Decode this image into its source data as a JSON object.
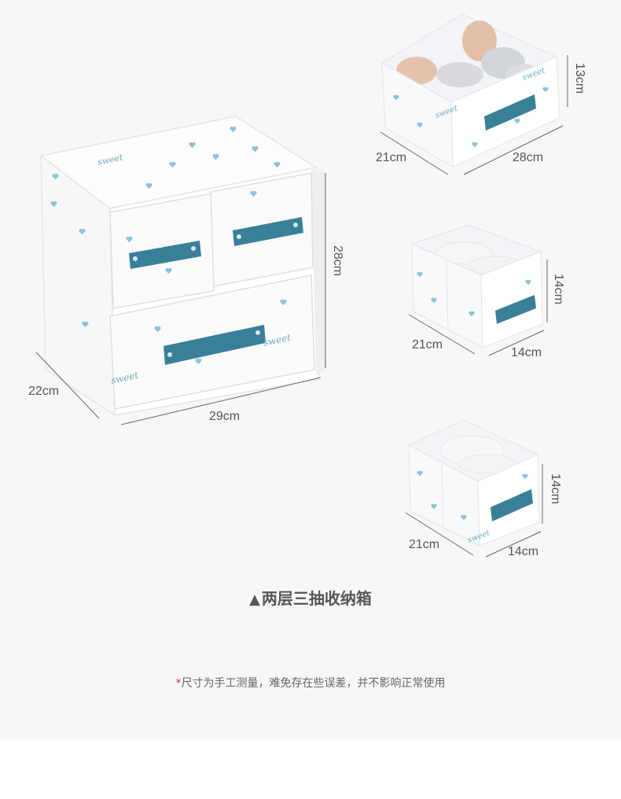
{
  "colors": {
    "panel_bg": "#f7f7f7",
    "box_white": "#ffffff",
    "box_edge": "#e6e8ec",
    "handle_blue": "#3a7f98",
    "heart_blue": "#8cc3dc",
    "dimension_line": "#666666",
    "note_asterisk": "#e03030"
  },
  "large_cabinet": {
    "depth_label": "22cm",
    "width_label": "29cm",
    "height_label": "28cm",
    "print_word": "sweet"
  },
  "box_top": {
    "height_label": "13cm",
    "depth_label": "21cm",
    "width_label": "28cm"
  },
  "box_middle": {
    "height_label": "14cm",
    "depth_label": "21cm",
    "width_label": "14cm"
  },
  "box_bottom": {
    "height_label": "14cm",
    "depth_label": "21cm",
    "width_label": "14cm"
  },
  "caption": {
    "marker": "▲",
    "text": "两层三抽收纳箱"
  },
  "note": {
    "asterisk": "*",
    "text": "尺寸为手工测量，难免存在些误差，并不影响正常使用"
  }
}
